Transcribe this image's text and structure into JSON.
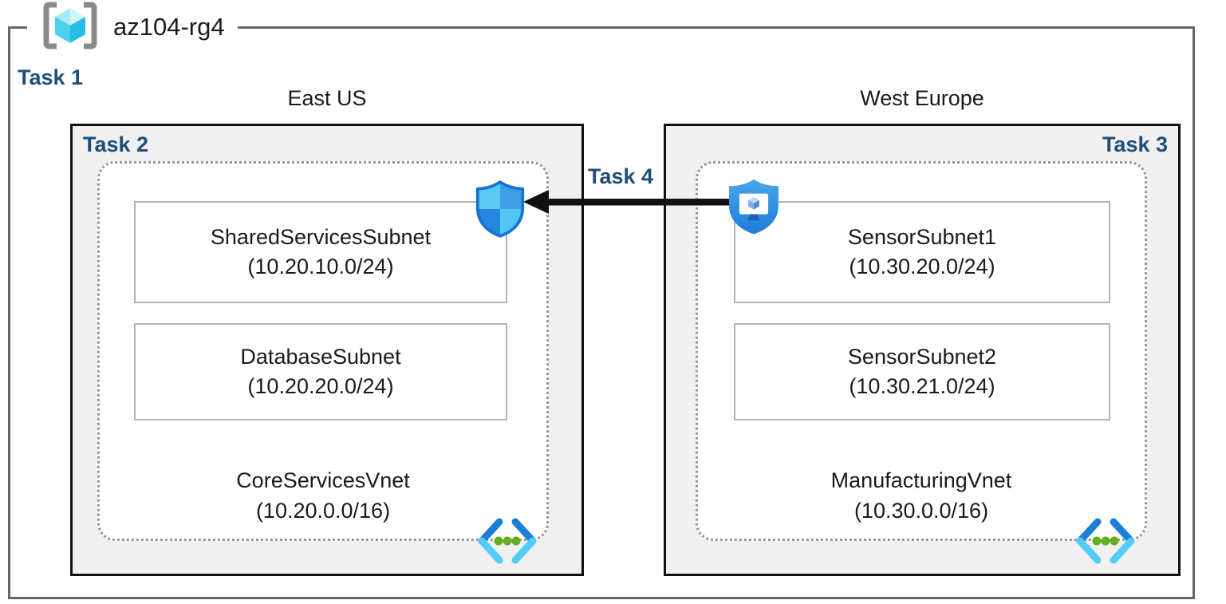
{
  "title": {
    "resource_group": "az104-rg4"
  },
  "task_labels": {
    "task1": "Task 1",
    "task2": "Task 2",
    "task3": "Task 3",
    "task4": "Task 4"
  },
  "regions": [
    {
      "name": "East US",
      "vnet_name": "CoreServicesVnet",
      "vnet_cidr": "(10.20.0.0/16)",
      "subnets": [
        {
          "name": "SharedServicesSubnet",
          "cidr": "(10.20.10.0/24)"
        },
        {
          "name": "DatabaseSubnet",
          "cidr": "(10.20.20.0/24)"
        }
      ]
    },
    {
      "name": "West Europe",
      "vnet_name": "ManufacturingVnet",
      "vnet_cidr": "(10.30.0.0/16)",
      "subnets": [
        {
          "name": "SensorSubnet1",
          "cidr": "(10.30.20.0/24)"
        },
        {
          "name": "SensorSubnet2",
          "cidr": "(10.30.21.0/24)"
        }
      ]
    }
  ],
  "icons": {
    "resource_group": "resource-group-icon",
    "network_security_shield": "shield-icon",
    "defender_monitor": "monitor-shield-icon",
    "virtual_network": "vnet-chevron-icon",
    "peering_arrow": "arrow-left-icon"
  },
  "colors": {
    "task_label": "#1F4E79",
    "region_fill": "#F0F0F0",
    "region_border": "#111111",
    "subnet_border": "#B3B3B3",
    "vnet_border_dotted": "#979797",
    "outer_border": "#666666",
    "arrow": "#111111",
    "icon_blue_dark": "#1B7FD6",
    "icon_blue_light": "#54CCF5",
    "icon_green_dot": "#64AE22",
    "shield_border": "#1674D2",
    "shield_blue": "#2E8FE2",
    "rg_bracket_gray": "#8A8A8A",
    "rg_cube_cyan": "#4ECFF0"
  }
}
